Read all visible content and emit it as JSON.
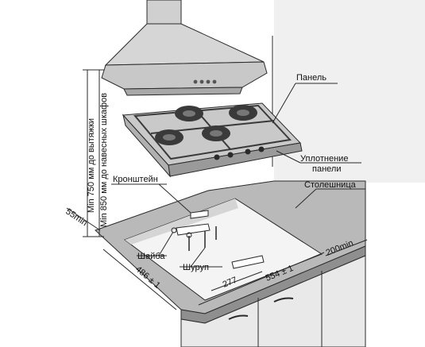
{
  "labels": {
    "panel": "Панель",
    "seal_line1": "Уплотнение",
    "seal_line2": "панели",
    "countertop": "Столешница",
    "bracket": "Кронштейн",
    "washer": "Шайба",
    "screw": "Шуруп"
  },
  "dimensions": {
    "min_hood": "Min 750 мм до вытяжки",
    "min_cabinets": "Min 850 мм до навесных шкафов",
    "depth_cut": "486 ± 1",
    "width_cut": "554 ± 1",
    "half_width": "277",
    "edge_front": "55min",
    "edge_side": "200min"
  },
  "colors": {
    "background": "#ffffff",
    "wall": "#e3e3e3",
    "countertop": "#b9b9b9",
    "countertop_edge": "#8f8f8f",
    "cabinet": "#e9e9e9",
    "hood": "#d6d6d6",
    "hob_glass": "#c9c9c9",
    "burner": "#3a3a3a",
    "outline": "#2a2a2a"
  }
}
